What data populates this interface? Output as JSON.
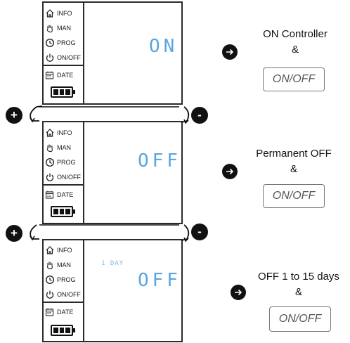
{
  "menu": {
    "info": "INFO",
    "man": "MAN",
    "prog": "PROG",
    "onoff": "ON/OFF",
    "date": "DATE"
  },
  "screens": [
    {
      "display": "ON",
      "sub": ""
    },
    {
      "display": "OFF",
      "sub": ""
    },
    {
      "display": "OFF",
      "sub": "1 DAY"
    }
  ],
  "states": [
    {
      "title": "ON Controller",
      "amp": "&",
      "button": "ON/OFF"
    },
    {
      "title": "Permanent OFF",
      "amp": "&",
      "button": "ON/OFF"
    },
    {
      "title": "OFF 1 to 15 days",
      "amp": "&",
      "button": "ON/OFF"
    }
  ],
  "controls": {
    "plus": "+",
    "minus": "-"
  },
  "colors": {
    "lcd": "#5aa6e0",
    "ink": "#111111"
  },
  "icons": [
    "house-icon",
    "hand-icon",
    "clock-icon",
    "power-icon",
    "calendar-icon",
    "battery-icon",
    "arrow-right-icon"
  ]
}
